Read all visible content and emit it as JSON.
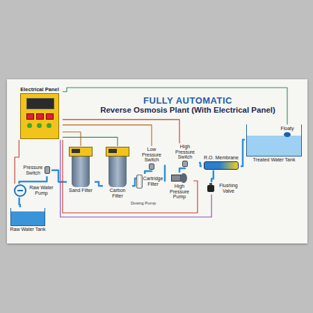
{
  "diagram": {
    "title": "Reverse Osmosis Plant (With Electrical Panel)",
    "nodes": [
      {
        "text": [
          "Electrical Panel"
        ]
      },
      {
        "text": [
          "Pressure Switch"
        ]
      },
      {
        "text": [
          "Sand Filter"
        ]
      },
      {
        "text": [
          "Carbon Filter"
        ]
      },
      {
        "text": [
          "Low Pressure Switch"
        ]
      },
      {
        "text": [
          "High Pressure Switch"
        ]
      },
      {
        "text": [
          "Cartridge Filter"
        ]
      },
      {
        "text": [
          "High Pressure Pump"
        ]
      },
      {
        "text": [
          "R.O. Membrane"
        ]
      },
      {
        "text": [
          "Flushing Valve"
        ]
      },
      {
        "text": [
          "Treated Water Tank"
        ]
      },
      {
        "text": [
          "Floaty"
        ],
        "in": 10
      },
      {
        "text": [
          "Raw Water Pump"
        ]
      },
      {
        "text": [
          "Raw Water Tank"
        ]
      }
    ],
    "edges": [
      {
        "from": 13,
        "to": 12,
        "arrow": "none"
      },
      {
        "from": 12,
        "to": 1,
        "arrow": "none"
      },
      {
        "from": 1,
        "to": 2,
        "arrow": "none"
      },
      {
        "from": 2,
        "to": 3,
        "arrow": "none"
      },
      {
        "from": 3,
        "to": 6,
        "arrow": "none"
      },
      {
        "from": 6,
        "to": 4,
        "arrow": "none"
      },
      {
        "from": 4,
        "to": 7,
        "arrow": "none"
      },
      {
        "from": 7,
        "to": 5,
        "arrow": "none"
      },
      {
        "from": 5,
        "to": 8,
        "arrow": "none"
      },
      {
        "from": 8,
        "to": 10,
        "arrow": "none"
      },
      {
        "from": 8,
        "to": 9,
        "arrow": "none"
      },
      {
        "from": 0,
        "to": 12,
        "arrow": "none"
      },
      {
        "from": 0,
        "to": 2,
        "arrow": "none"
      },
      {
        "from": 0,
        "to": 3,
        "arrow": "none"
      },
      {
        "from": 0,
        "to": 7,
        "arrow": "none"
      },
      {
        "from": 0,
        "to": 9,
        "arrow": "none"
      },
      {
        "from": 0,
        "to": 4,
        "arrow": "none"
      },
      {
        "from": 0,
        "to": 5,
        "arrow": "none"
      },
      {
        "from": 0,
        "to": 11,
        "arrow": "none"
      }
    ],
    "labels": [
      "FULLY AUTOMATIC",
      "Dosing Pump"
    ]
  }
}
